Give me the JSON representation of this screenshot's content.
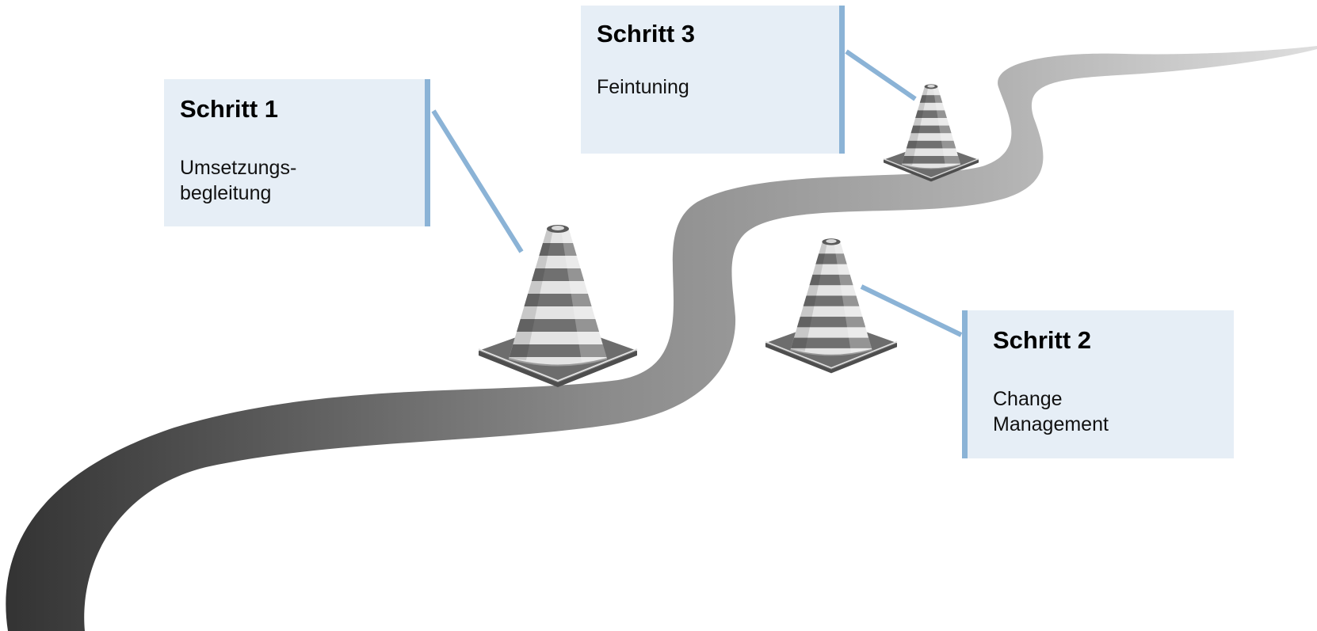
{
  "steps": [
    {
      "title": "Schritt 1",
      "description": "Umsetzungs-\nbegleitung"
    },
    {
      "title": "Schritt 2",
      "description": "Change\nManagement"
    },
    {
      "title": "Schritt 3",
      "description": "Feintuning"
    }
  ],
  "colors": {
    "road_dark": "#3a3a3a",
    "road_light": "#d4d4d4",
    "box_background": "#e6eef6",
    "connector": "#8bb3d6",
    "cone_stripe": "#6e6e6e",
    "cone_light": "#e2e2e2"
  },
  "icons": [
    "traffic-cone-icon",
    "traffic-cone-icon",
    "traffic-cone-icon"
  ]
}
